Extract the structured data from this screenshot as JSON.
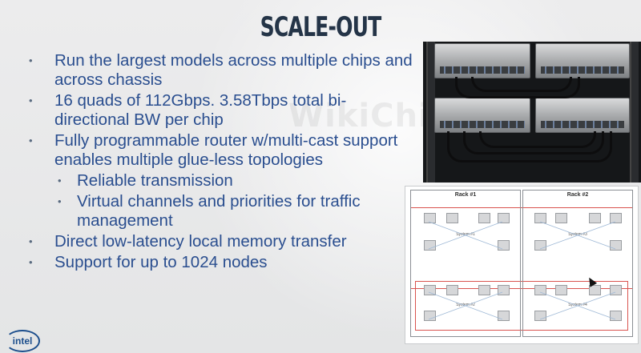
{
  "slide": {
    "title": "SCALE-OUT",
    "logo_text": "intel",
    "watermark": "WikiChip",
    "bullets": [
      {
        "level": 1,
        "text": "Run the largest models across multiple chips and across chassis"
      },
      {
        "level": 1,
        "text": "16 quads of 112Gbps.  3.58Tbps total bi-directional BW per chip"
      },
      {
        "level": 1,
        "text": "Fully programmable router w/multi-cast support enables multiple glue-less topologies"
      },
      {
        "level": 2,
        "text": "Reliable transmission"
      },
      {
        "level": 2,
        "text": "Virtual channels and priorities for traffic management"
      },
      {
        "level": 1,
        "text": "Direct low-latency local memory transfer"
      },
      {
        "level": 1,
        "text": "Support for up to 1024 nodes"
      }
    ]
  },
  "diagram": {
    "racks": [
      {
        "label": "Rack #1",
        "systems": [
          "System #1",
          "System #2"
        ]
      },
      {
        "label": "Rack #2",
        "systems": [
          "System #3",
          "System #4"
        ]
      }
    ]
  },
  "colors": {
    "title": "#243447",
    "bullet_text": "#2a4e8f",
    "link_red": "#d9534f",
    "intel_blue": "#1c4e8c"
  },
  "icons": {
    "bullet": "bullet-dot",
    "cursor": "mouse-pointer-icon"
  }
}
